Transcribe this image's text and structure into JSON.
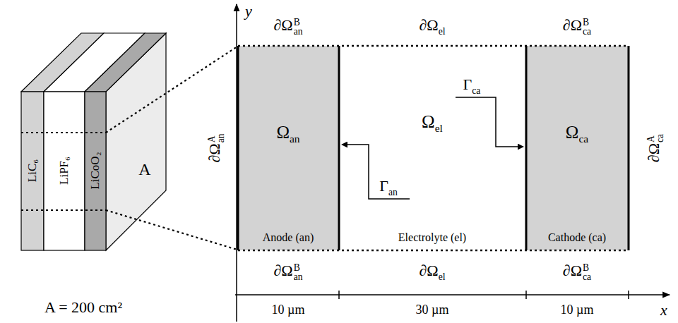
{
  "diagram": {
    "nodes": [
      {
        "text": [
          "LiC₆"
        ]
      },
      {
        "text": [
          "LiPF₆"
        ]
      },
      {
        "text": [
          "LiCoO₂"
        ]
      },
      {
        "text": [
          "Ω_an",
          "Anode (an)"
        ]
      },
      {
        "text": [
          "Ω_el",
          "Electrolyte (el)"
        ]
      },
      {
        "text": [
          "Ω_ca",
          "Cathode (ca)"
        ]
      }
    ],
    "labels": [
      "y",
      "∂Ω_an^B",
      "∂Ω_el",
      "∂Ω_ca^B",
      "∂Ω_an^A",
      "Γ_ca",
      "∂Ω_ca^A",
      "Γ_an",
      "∂Ω_an^B",
      "∂Ω_el",
      "∂Ω_ca^B",
      "A",
      "A = 200 cm²",
      "10 µm",
      "30 µm",
      "10 µm",
      "x"
    ]
  }
}
